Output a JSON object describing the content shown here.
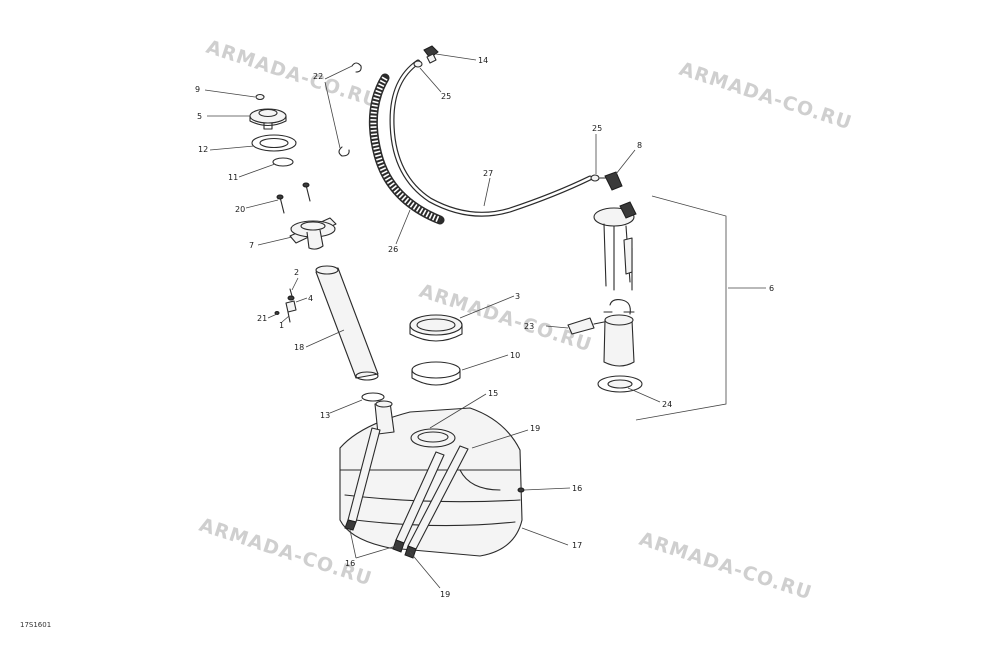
{
  "drawing_id": "17S1601",
  "watermark_text": "ARMADA-CO.RU",
  "callouts": {
    "c1": "1",
    "c2": "2",
    "c3": "3",
    "c4": "4",
    "c5": "5",
    "c6": "6",
    "c7": "7",
    "c8": "8",
    "c9": "9",
    "c10": "10",
    "c11": "11",
    "c12": "12",
    "c13": "13",
    "c14": "14",
    "c15": "15",
    "c16a": "16",
    "c16b": "16",
    "c17": "17",
    "c18": "18",
    "c19a": "19",
    "c19b": "19",
    "c20": "20",
    "c21": "21",
    "c22": "22",
    "c23": "23",
    "c24": "24",
    "c25a": "25",
    "c25b": "25",
    "c26": "26",
    "c27": "27"
  }
}
